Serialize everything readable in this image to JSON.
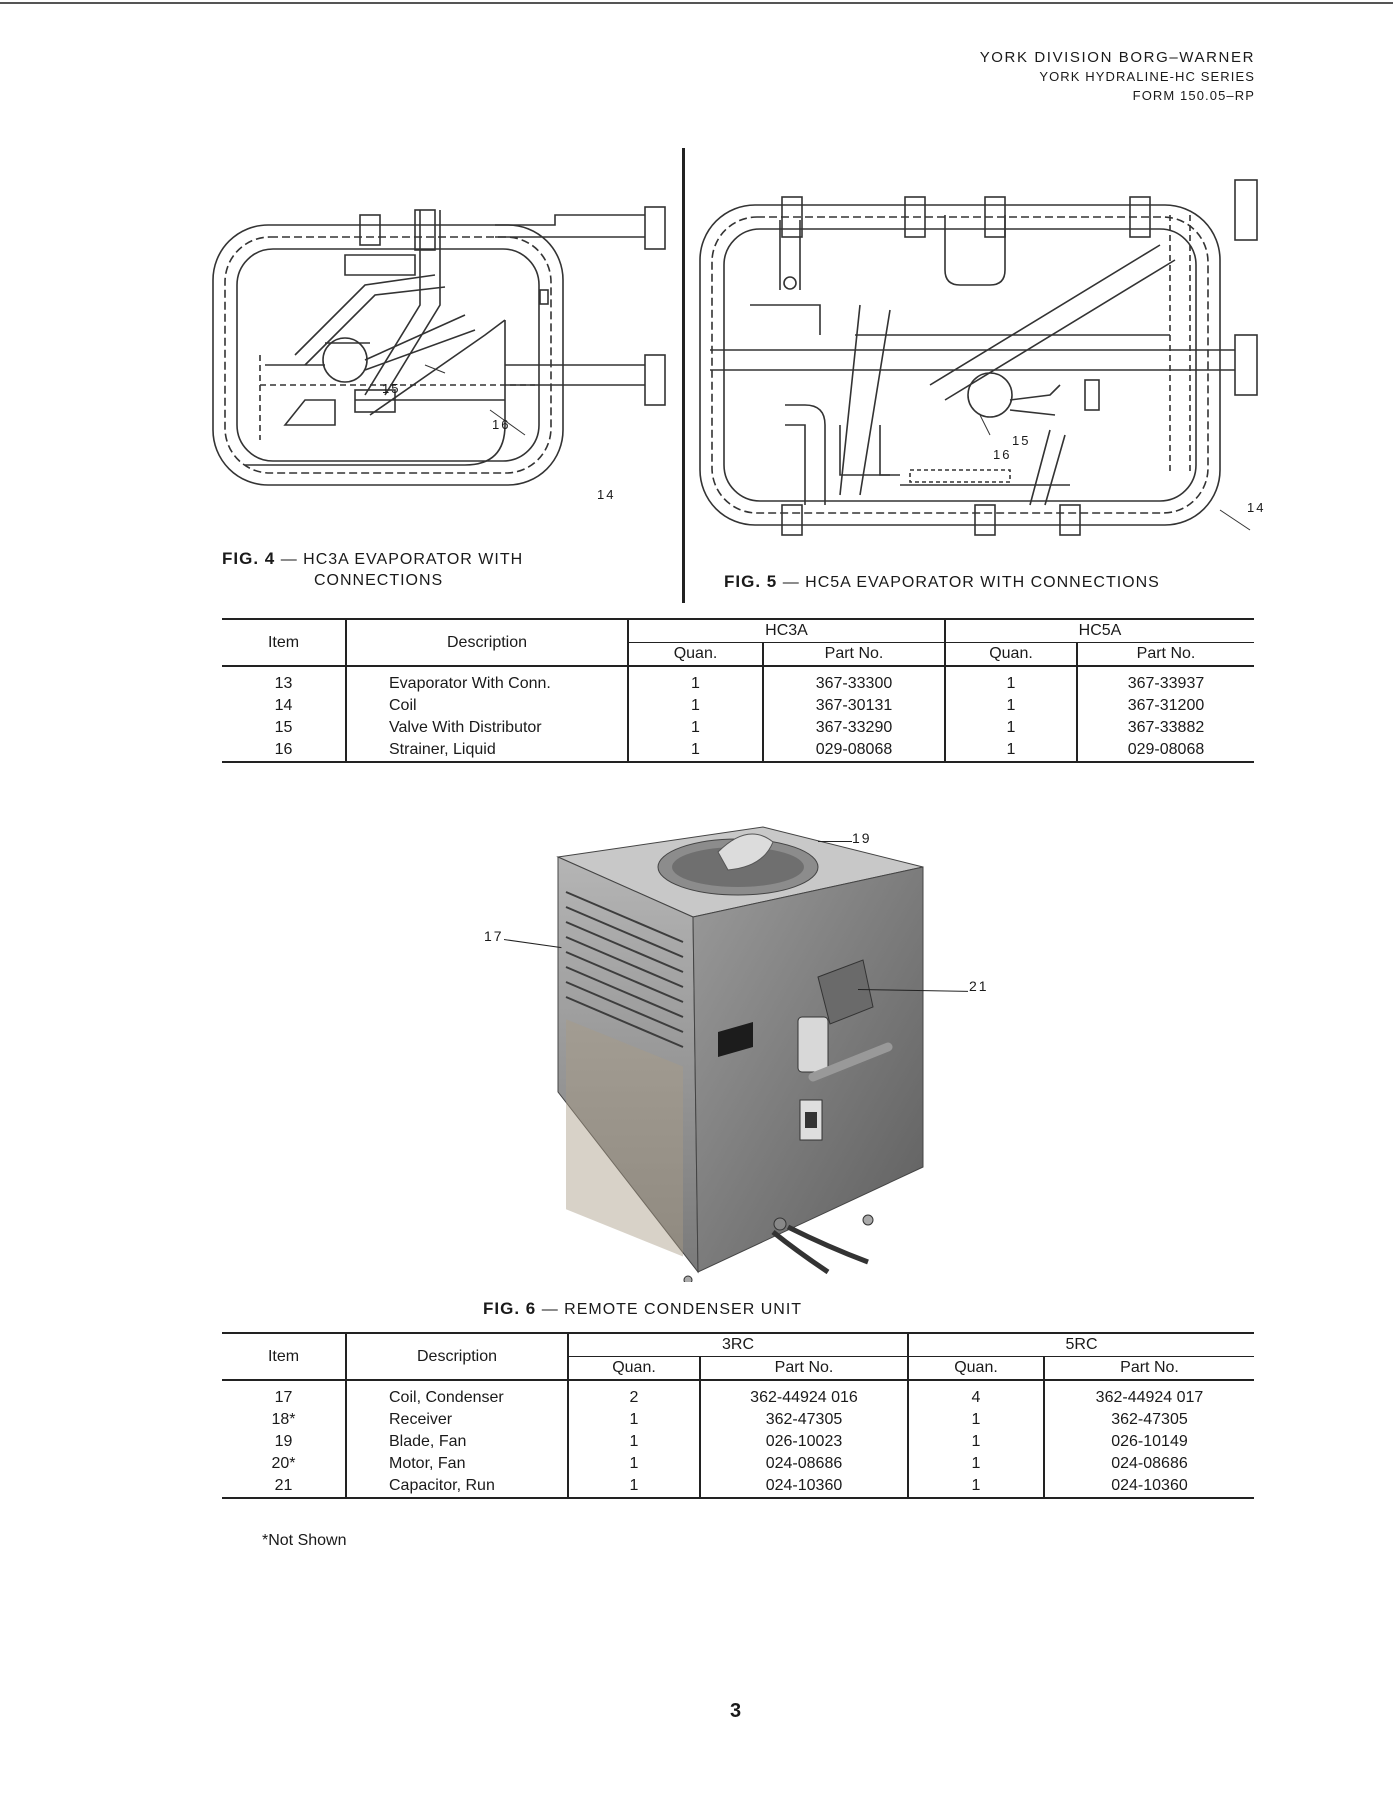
{
  "header": {
    "line1": "YORK DIVISION  BORG–WARNER",
    "line2": "YORK HYDRALINE-HC SERIES",
    "line3": "FORM 150.05–RP"
  },
  "fig4": {
    "number": "FIG. 4",
    "title_line1": "— HC3A EVAPORATOR WITH",
    "title_line2": "CONNECTIONS",
    "callouts": [
      "15",
      "16",
      "14"
    ]
  },
  "fig5": {
    "number": "FIG. 5",
    "title": "—  HC5A EVAPORATOR WITH CONNECTIONS",
    "callouts": [
      "15",
      "16",
      "14"
    ]
  },
  "table1": {
    "headers": {
      "item": "Item",
      "description": "Description",
      "group1": "HC3A",
      "group2": "HC5A",
      "quan": "Quan.",
      "part": "Part No."
    },
    "rows": [
      {
        "item": "13",
        "description": "Evaporator With Conn.",
        "q1": "1",
        "p1": "367-33300",
        "q2": "1",
        "p2": "367-33937"
      },
      {
        "item": "14",
        "description": "Coil",
        "q1": "1",
        "p1": "367-30131",
        "q2": "1",
        "p2": "367-31200"
      },
      {
        "item": "15",
        "description": "Valve With Distributor",
        "q1": "1",
        "p1": "367-33290",
        "q2": "1",
        "p2": "367-33882"
      },
      {
        "item": "16",
        "description": "Strainer, Liquid",
        "q1": "1",
        "p1": "029-08068",
        "q2": "1",
        "p2": "029-08068"
      }
    ]
  },
  "fig6": {
    "number": "FIG. 6",
    "title": "— REMOTE CONDENSER UNIT",
    "callouts": [
      "19",
      "17",
      "21"
    ]
  },
  "table2": {
    "headers": {
      "item": "Item",
      "description": "Description",
      "group1": "3RC",
      "group2": "5RC",
      "quan": "Quan.",
      "part": "Part No."
    },
    "rows": [
      {
        "item": "17",
        "description": "Coil, Condenser",
        "q1": "2",
        "p1": "362-44924 016",
        "q2": "4",
        "p2": "362-44924 017"
      },
      {
        "item": "18*",
        "description": "Receiver",
        "q1": "1",
        "p1": "362-47305",
        "q2": "1",
        "p2": "362-47305"
      },
      {
        "item": "19",
        "description": "Blade, Fan",
        "q1": "1",
        "p1": "026-10023",
        "q2": "1",
        "p2": "026-10149"
      },
      {
        "item": "20*",
        "description": "Motor, Fan",
        "q1": "1",
        "p1": "024-08686",
        "q2": "1",
        "p2": "024-08686"
      },
      {
        "item": "21",
        "description": "Capacitor, Run",
        "q1": "1",
        "p1": "024-10360",
        "q2": "1",
        "p2": "024-10360"
      }
    ]
  },
  "footnote": "*Not Shown",
  "page_number": "3"
}
